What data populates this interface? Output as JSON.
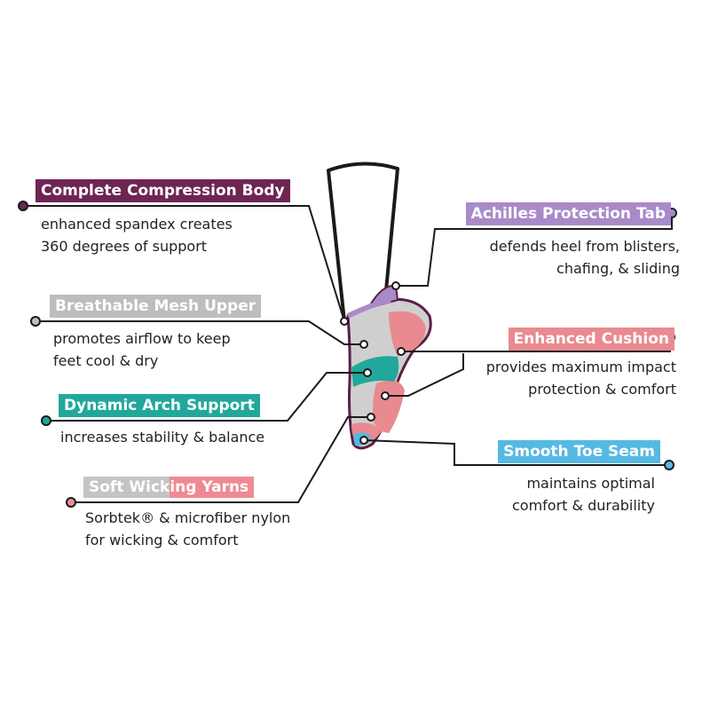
{
  "colors": {
    "compression": "#6d2553",
    "achilles": "#a98ac9",
    "mesh": "#bdbdbd",
    "cushion": "#e98a90",
    "arch": "#21a89a",
    "toe": "#55b9e3",
    "wicking_gray": "#c4c4c4",
    "wicking_pink": "#ef8a94",
    "outline": "#5a1f47",
    "line": "#1a1a1a"
  },
  "callouts": {
    "compression": {
      "title": "Complete Compression Body",
      "lines": [
        "enhanced spandex creates",
        "360 degrees of support"
      ]
    },
    "achilles": {
      "title": "Achilles Protection Tab",
      "lines": [
        "defends heel from blisters,",
        "chafing, & sliding"
      ]
    },
    "mesh": {
      "title": "Breathable Mesh Upper",
      "lines": [
        "promotes airflow to keep",
        "feet cool & dry"
      ]
    },
    "cushion": {
      "title": "Enhanced Cushion",
      "lines": [
        "provides maximum impact",
        "protection & comfort"
      ]
    },
    "arch": {
      "title": "Dynamic Arch Support",
      "lines": [
        "increases stability & balance"
      ]
    },
    "toe": {
      "title": "Smooth Toe Seam",
      "lines": [
        "maintains optimal",
        "comfort & durability"
      ]
    },
    "wicking": {
      "title_part1": "Soft Wick",
      "title_part2": "ing Yarns",
      "lines": [
        "Sorbtek® & microfiber nylon",
        "for wicking & comfort"
      ]
    }
  }
}
